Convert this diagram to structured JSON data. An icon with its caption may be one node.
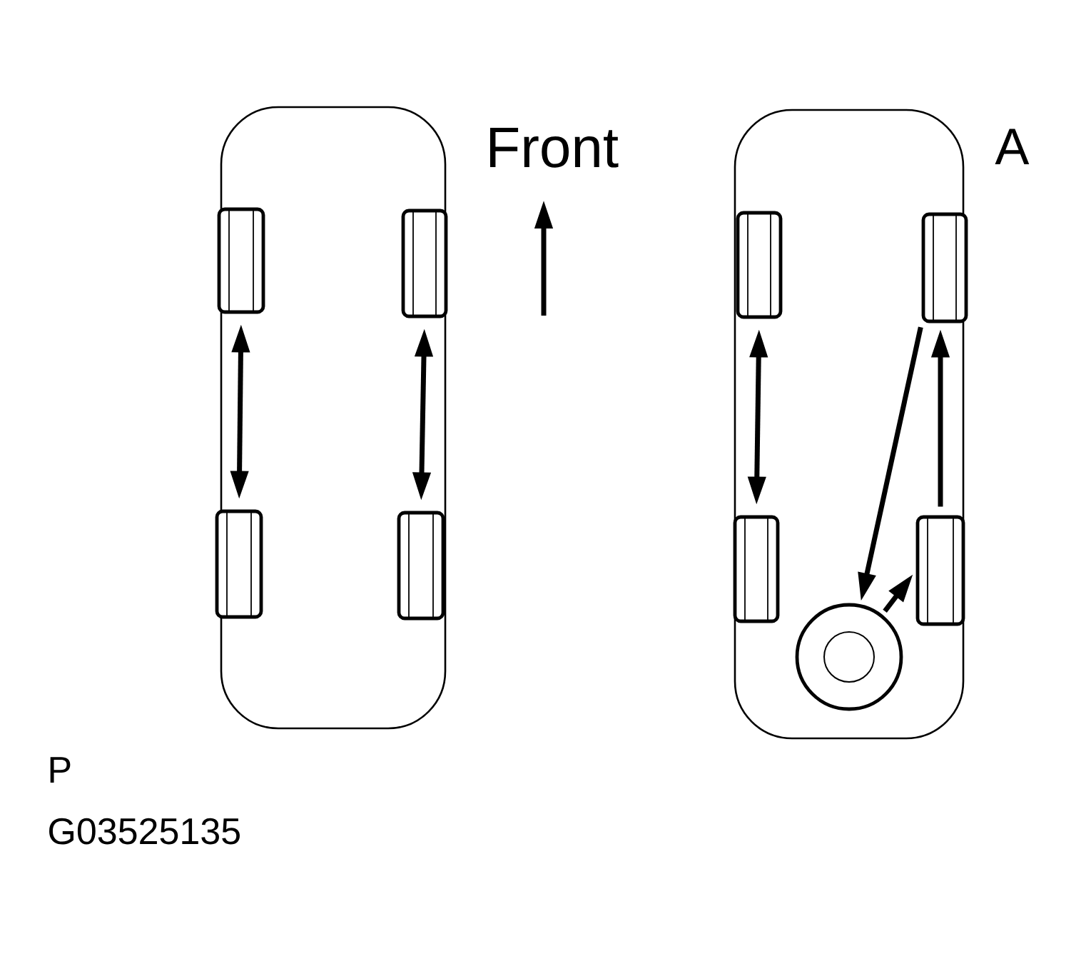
{
  "diagram": {
    "nodes": [
      {
        "text": [],
        "shape": "box"
      },
      {
        "text": [],
        "shape": "box"
      },
      {
        "text": [],
        "shape": "box"
      },
      {
        "text": [],
        "shape": "box"
      },
      {
        "text": [],
        "shape": "box"
      },
      {
        "text": [],
        "shape": "box"
      },
      {
        "text": [],
        "shape": "box"
      },
      {
        "text": [],
        "shape": "box"
      },
      {
        "text": [],
        "shape": "circle"
      }
    ],
    "edges": [
      {
        "from": 0,
        "to": 2,
        "arrow": "both"
      },
      {
        "from": 1,
        "to": 3,
        "arrow": "both"
      },
      {
        "from": 4,
        "to": 6,
        "arrow": "both"
      },
      {
        "from": 5,
        "to": 8,
        "arrow": "to"
      },
      {
        "from": 8,
        "to": 7,
        "arrow": "to"
      },
      {
        "from": 7,
        "to": 5,
        "arrow": "to"
      }
    ],
    "labels": [
      "Front",
      "A",
      "P",
      "G03525135"
    ]
  }
}
